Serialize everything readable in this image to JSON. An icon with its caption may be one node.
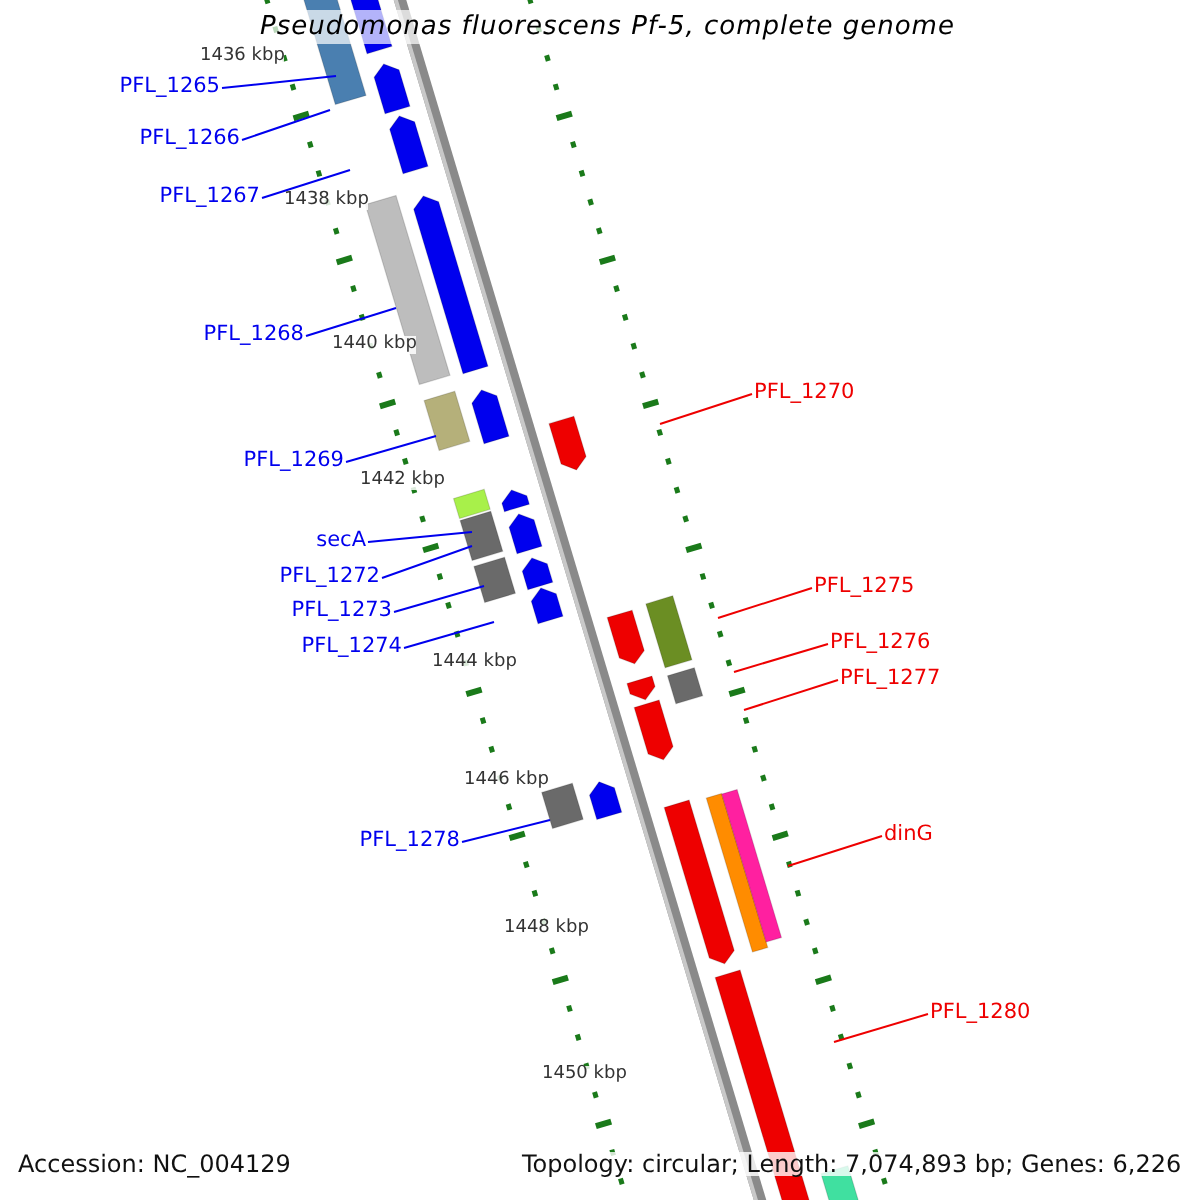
{
  "diagram": {
    "title": "Pseudomonas fluorescens Pf-5, complete genome",
    "nodes": [
      {
        "text": [
          "PFL_1265"
        ]
      },
      {
        "text": [
          "PFL_1266"
        ]
      },
      {
        "text": [
          "PFL_1267"
        ]
      },
      {
        "text": [
          "PFL_1268"
        ]
      },
      {
        "text": [
          "PFL_1270"
        ]
      },
      {
        "text": [
          "PFL_1269"
        ]
      },
      {
        "text": [
          "secA"
        ]
      },
      {
        "text": [
          "PFL_1272"
        ]
      },
      {
        "text": [
          "PFL_1275"
        ]
      },
      {
        "text": [
          "PFL_1273"
        ]
      },
      {
        "text": [
          "PFL_1274"
        ]
      },
      {
        "text": [
          "PFL_1276"
        ]
      },
      {
        "text": [
          "PFL_1277"
        ]
      },
      {
        "text": [
          "PFL_1278"
        ]
      },
      {
        "text": [
          "dinG"
        ]
      },
      {
        "text": [
          "PFL_1280"
        ]
      }
    ],
    "edges": [
      {
        "from": 0,
        "to": null,
        "arrow": "none"
      },
      {
        "from": 1,
        "to": null,
        "arrow": "none"
      },
      {
        "from": 2,
        "to": null,
        "arrow": "none"
      },
      {
        "from": 3,
        "to": null,
        "arrow": "none"
      },
      {
        "from": 4,
        "to": null,
        "arrow": "none",
        "color": "#ee0000"
      },
      {
        "from": 5,
        "to": null,
        "arrow": "none"
      },
      {
        "from": 6,
        "to": null,
        "arrow": "none"
      },
      {
        "from": 7,
        "to": null,
        "arrow": "none"
      },
      {
        "from": 8,
        "to": null,
        "arrow": "none",
        "color": "#ee0000"
      },
      {
        "from": 9,
        "to": null,
        "arrow": "none"
      },
      {
        "from": 10,
        "to": null,
        "arrow": "none"
      },
      {
        "from": 11,
        "to": null,
        "arrow": "none",
        "color": "#ee0000"
      },
      {
        "from": 12,
        "to": null,
        "arrow": "none",
        "color": "#ee0000"
      },
      {
        "from": 13,
        "to": null,
        "arrow": "none"
      },
      {
        "from": 14,
        "to": null,
        "arrow": "none",
        "color": "#ee0000"
      },
      {
        "from": 15,
        "to": null,
        "arrow": "none",
        "color": "#ee0000"
      }
    ],
    "labels": [
      "1436 kbp",
      "1438 kbp",
      "1440 kbp",
      "1442 kbp",
      "1444 kbp",
      "1446 kbp",
      "1448 kbp",
      "1450 kbp",
      "Accession: NC_004129",
      "Topology: circular; Length: 7,074,893 bp; Genes: 6,226"
    ]
  }
}
